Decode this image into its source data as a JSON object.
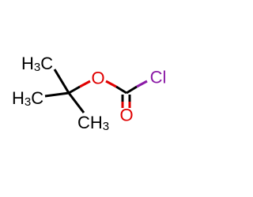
{
  "molecule": {
    "atoms": {
      "methyl_top": {
        "main": "H",
        "sub": "3",
        "tail": "C"
      },
      "methyl_left": {
        "main": "H",
        "sub": "3",
        "tail": "C"
      },
      "methyl_right": {
        "main": "CH",
        "sub": "3"
      },
      "ester_oxygen": {
        "label": "O"
      },
      "carbonyl_oxygen": {
        "label": "O"
      },
      "chlorine": {
        "label": "Cl"
      }
    },
    "colors": {
      "carbon": "#000000",
      "oxygen": "#e00000",
      "chlorine": "#8b1aa6"
    }
  }
}
